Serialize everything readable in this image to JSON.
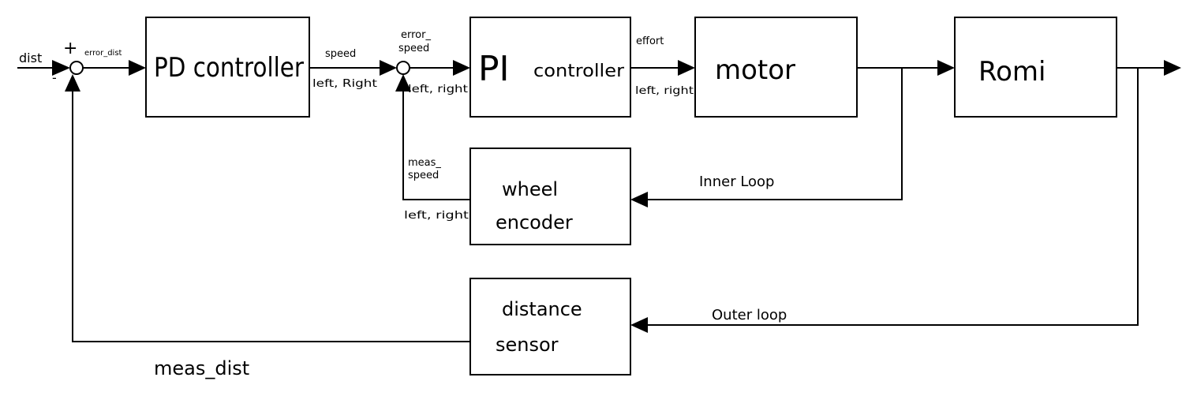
{
  "blocks": {
    "pd_controller": "PD controller",
    "pi_controller_prefix": "PI",
    "pi_controller_suffix": "controller",
    "motor": "motor",
    "romi": "Romi",
    "wheel_encoder_line1": "wheel",
    "wheel_encoder_line2": "encoder",
    "distance_sensor_line1": "distance",
    "distance_sensor_line2": "sensor"
  },
  "signals": {
    "input": "dist",
    "plus_sign": "+",
    "minus_sign": "-",
    "error_dist": "error_dist",
    "speed": "speed",
    "speed_sides": "left, Right",
    "error_speed_line1": "error_",
    "error_speed_line2": "speed",
    "error_speed_sides": "left, right",
    "effort": "effort",
    "effort_sides": "left, right",
    "meas_speed_line1": "meas_",
    "meas_speed_line2": "speed",
    "meas_speed_sides": "left, right",
    "meas_dist": "meas_dist"
  },
  "loops": {
    "inner": "Inner Loop",
    "outer": "Outer loop"
  }
}
